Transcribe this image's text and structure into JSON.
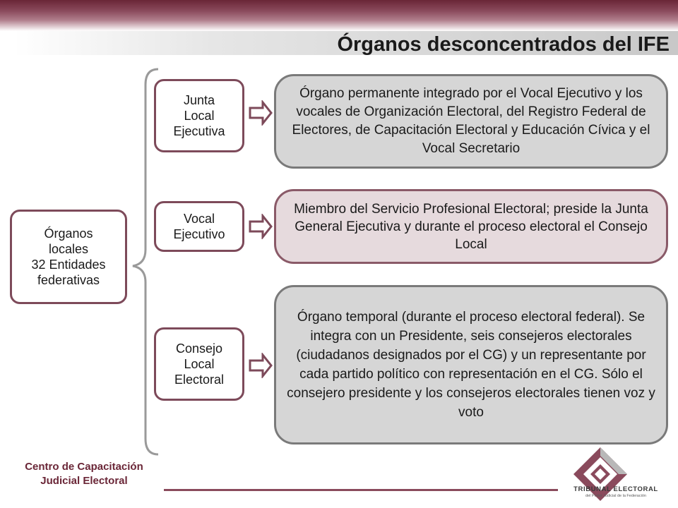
{
  "title": "Órganos desconcentrados del IFE",
  "root_box": {
    "lines": [
      "Órganos",
      "locales",
      "32 Entidades",
      "federativas"
    ]
  },
  "branches": [
    {
      "label_lines": [
        "Junta",
        "Local",
        "Ejecutiva"
      ],
      "description": "Órgano permanente integrado por el Vocal Ejecutivo y los vocales de Organización Electoral, del Registro Federal de Electores, de Capacitación Electoral y Educación Cívica y el Vocal Secretario"
    },
    {
      "label_lines": [
        "Vocal",
        "Ejecutivo"
      ],
      "description": "Miembro del Servicio Profesional Electoral; preside la Junta General Ejecutiva y durante el proceso electoral el Consejo Local"
    },
    {
      "label_lines": [
        "Consejo",
        "Local",
        "Electoral"
      ],
      "description": "Órgano temporal (durante el proceso electoral federal). Se integra con un Presidente, seis consejeros electorales (ciudadanos designados por el CG) y un representante por cada partido político con representación en el CG. Sólo el consejero presidente y los consejeros electorales tienen voz y voto"
    }
  ],
  "footer": {
    "line1": "Centro de Capacitación",
    "line2": "Judicial Electoral"
  },
  "logo": {
    "name": "TRIBUNAL ELECTORAL",
    "subtitle": "del Poder Judicial de la Federación"
  },
  "colors": {
    "brand": "#6a2637",
    "box_border": "#7d4a5a",
    "desc_grey": "#d6d6d6",
    "desc_pink": "#e6dadd"
  }
}
